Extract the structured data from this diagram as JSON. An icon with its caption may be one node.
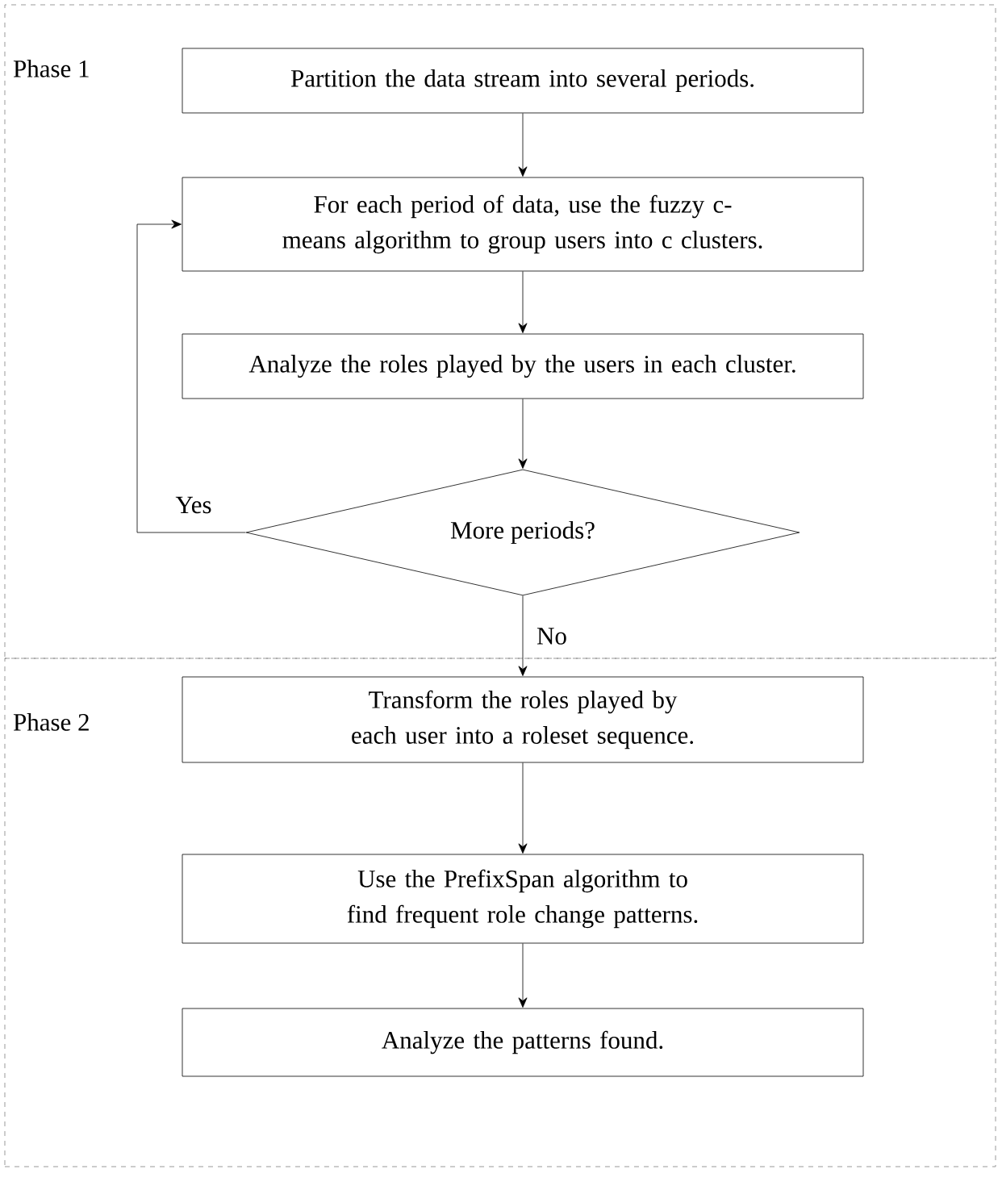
{
  "diagram": {
    "nodes": [
      {
        "text": [
          "Phase 1"
        ]
      },
      {
        "text": [
          "Partition the data stream into several periods."
        ],
        "in": 0
      },
      {
        "text": [
          "For each period of data, use the fuzzy c-means algorithm to group users into c clusters."
        ],
        "in": 0
      },
      {
        "text": [
          "Analyze the roles played by the users in each cluster."
        ],
        "in": 0
      },
      {
        "text": [
          "More periods?"
        ],
        "in": 0
      },
      {
        "text": [
          "Phase 2"
        ]
      },
      {
        "text": [
          "Transform the roles played by each user into a roleset sequence."
        ],
        "in": 5
      },
      {
        "text": [
          "Use the PrefixSpan algorithm to find frequent role change patterns."
        ],
        "in": 5
      },
      {
        "text": [
          "Analyze the patterns found."
        ],
        "in": 5
      }
    ],
    "edges": [
      {
        "from": 1,
        "to": 2,
        "arrow": "to"
      },
      {
        "from": 2,
        "to": 3,
        "arrow": "to"
      },
      {
        "from": 3,
        "to": 4,
        "arrow": "to"
      },
      {
        "from": 4,
        "to": 2,
        "arrow": "to",
        "label": "Yes"
      },
      {
        "from": 4,
        "to": 6,
        "arrow": "to",
        "label": "No"
      },
      {
        "from": 6,
        "to": 7,
        "arrow": "to"
      },
      {
        "from": 7,
        "to": 8,
        "arrow": "to"
      }
    ]
  }
}
